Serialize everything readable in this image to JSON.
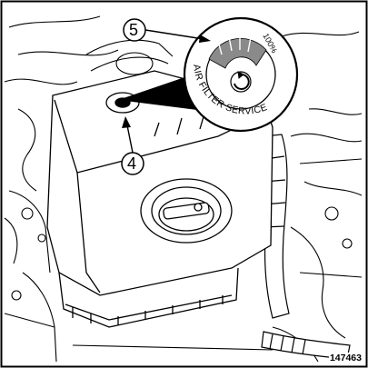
{
  "callouts": [
    {
      "id": "5",
      "label": "5"
    },
    {
      "id": "4",
      "label": "4"
    }
  ],
  "indicator": {
    "arc_text": "AIR FILTER SERVICE",
    "percent_label": "100%"
  },
  "reference_number": "147463",
  "colors": {
    "line": "#000000",
    "background": "#ffffff",
    "gauge_fill": "#8a8a8a"
  }
}
